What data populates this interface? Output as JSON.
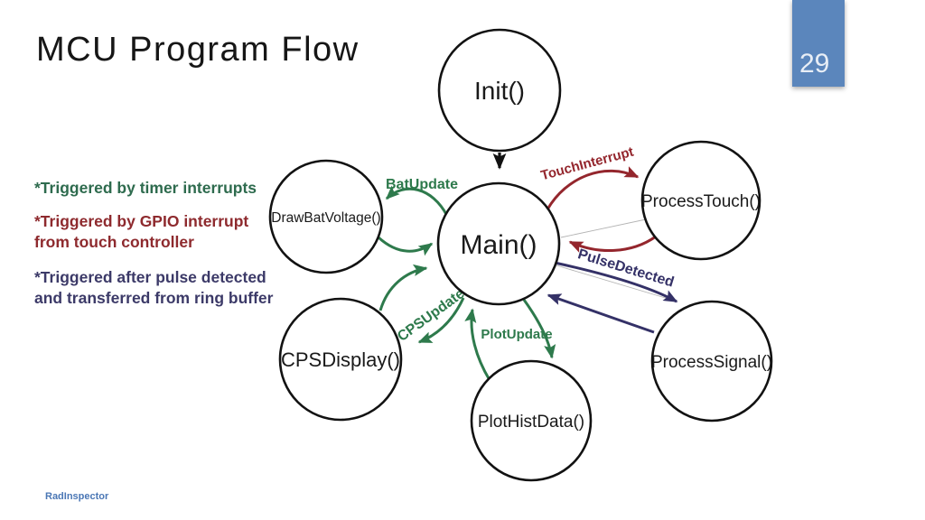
{
  "slide": {
    "title": "MCU Program Flow",
    "page_number": "29",
    "footer": "RadInspector"
  },
  "notes": [
    {
      "text": "*Triggered by timer interrupts",
      "color": "#2e6b4e"
    },
    {
      "text": "*Triggered by GPIO interrupt from touch controller",
      "color": "#8e2a2e"
    },
    {
      "text": "*Triggered after pulse detected and transferred from ring buffer",
      "color": "#3c3a68"
    }
  ],
  "diagram": {
    "nodes": [
      {
        "id": "init",
        "label": "Init()"
      },
      {
        "id": "main",
        "label": "Main()"
      },
      {
        "id": "draw_bat_voltage",
        "label": "DrawBatVoltage()"
      },
      {
        "id": "process_touch",
        "label": "ProcessTouch()"
      },
      {
        "id": "cps_display",
        "label": "CPSDisplay()"
      },
      {
        "id": "plot_hist_data",
        "label": "PlotHistData()"
      },
      {
        "id": "process_signal",
        "label": "ProcessSignal()"
      }
    ],
    "edges": [
      {
        "from": "init",
        "to": "main",
        "label": "",
        "color": "#111111"
      },
      {
        "from": "main",
        "to": "draw_bat_voltage",
        "label": "BatUpdate",
        "color": "#2e7a4c"
      },
      {
        "from": "main",
        "to": "process_touch",
        "label": "TouchInterrupt",
        "color": "#94262d"
      },
      {
        "from": "main",
        "to": "process_signal",
        "label": "PulseDetected",
        "color": "#343167"
      },
      {
        "from": "main",
        "to": "cps_display",
        "label": "CPSUpdate",
        "color": "#2e7a4c"
      },
      {
        "from": "main",
        "to": "plot_hist_data",
        "label": "PlotUpdate",
        "color": "#2e7a4c"
      }
    ],
    "colors": {
      "timer_green": "#2e7a4c",
      "touch_red": "#94262d",
      "pulse_navy": "#343167",
      "node_stroke": "#121212"
    }
  }
}
